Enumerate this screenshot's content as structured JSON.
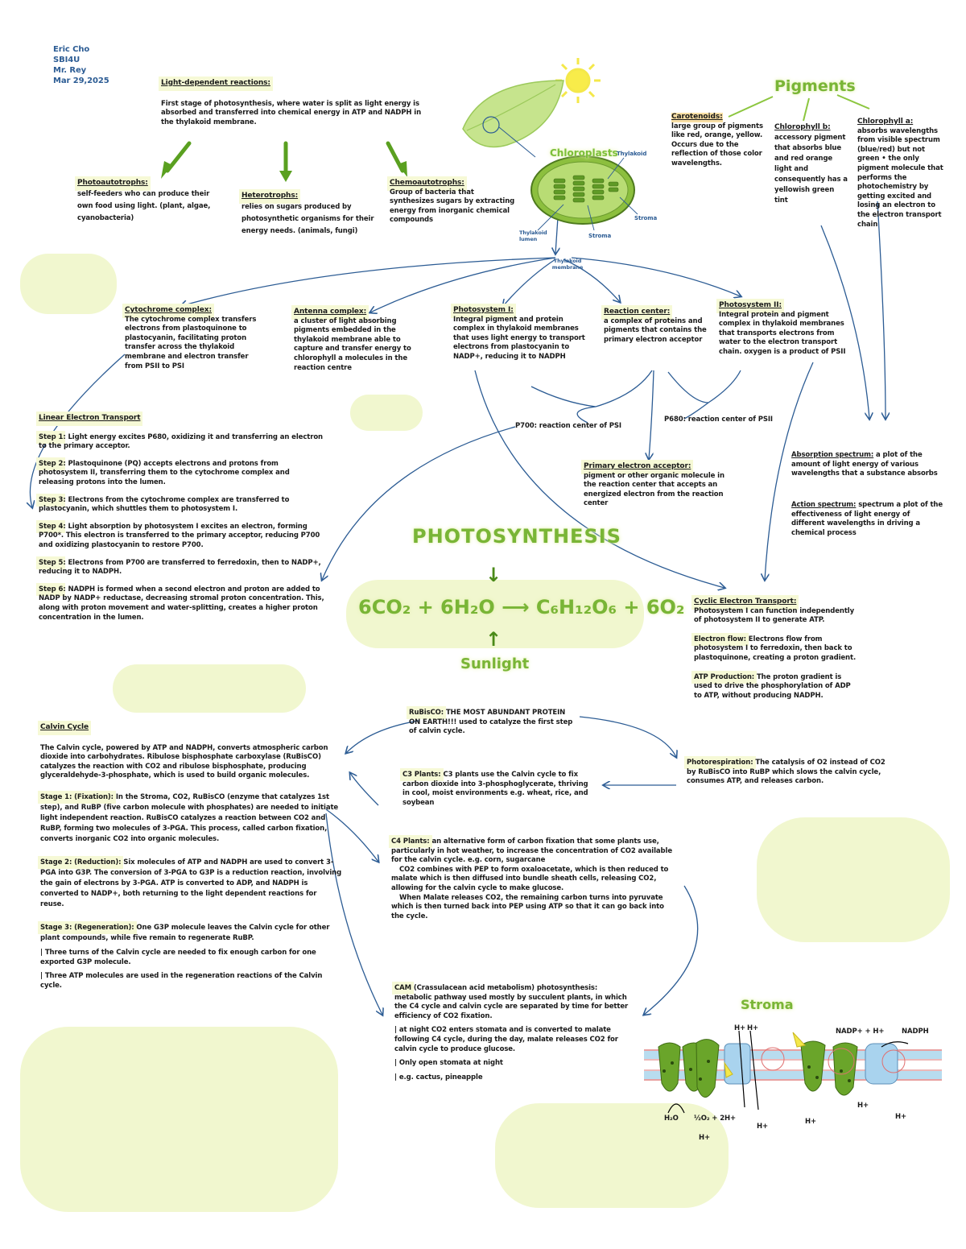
{
  "header": {
    "name": "Eric Cho",
    "class": "SBI4U",
    "teacher": "Mr. Rey",
    "date": "Mar 29,2025"
  },
  "light_dependent": {
    "title": "Light-dependent reactions:",
    "text": "First stage of photosynthesis, where water is split as light energy is absorbed and transferred into chemical energy in ATP and NADPH in the thylakoid membrane."
  },
  "photoautotrophs": {
    "title": "Photoautotrophs:",
    "text": "self-feeders who can produce their own food using light. (plant, algae, cyanobacteria)"
  },
  "heterotrophs": {
    "title": "Heterotrophs:",
    "text": "relies on sugars produced by photosynthetic organisms for their energy needs. (animals, fungi)"
  },
  "chemoautotrophs": {
    "title": "Chemoautotrophs:",
    "text": "Group of bacteria that synthesizes sugars by extracting energy from inorganic chemical compounds"
  },
  "chloroplast": {
    "title": "Chloroplasts",
    "labels": [
      "Thylakoid",
      "Stroma",
      "Stroma",
      "Thylakoid lumen",
      "Thylakoid membrane"
    ]
  },
  "pigments": {
    "title": "Pigments",
    "carotenoids": {
      "title": "Carotenoids:",
      "text": "large group of pigments like red, orange, yellow. Occurs due to the reflection of those color wavelengths."
    },
    "chl_b": {
      "title": "Chlorophyll b:",
      "text": "accessory pigment that absorbs blue and red orange light and consequently has a yellowish green tint"
    },
    "chl_a": {
      "title": "Chlorophyll a:",
      "text": "absorbs wavelengths from visible spectrum (blue/red) but not green • the only pigment molecule that performs the photochemistry by getting excited and losing an electron to the electron transport chain"
    }
  },
  "cytochrome": {
    "title": "Cytochrome complex:",
    "text": "The cytochrome complex transfers electrons from plastoquinone to plastocyanin, facilitating proton transfer across the thylakoid membrane and electron transfer from PSII to PSI"
  },
  "antenna": {
    "title": "Antenna complex:",
    "text": "a cluster of light absorbing pigments embedded in the thylakoid membrane able to capture and transfer energy to chlorophyll a molecules in the reaction centre"
  },
  "ps1": {
    "title": "Photosystem I:",
    "text": "Integral pigment and protein complex in thylakoid membranes that uses light energy to transport electrons from plastocyanin to NADP+, reducing it to NADPH"
  },
  "reaction_center": {
    "title": "Reaction center:",
    "text": "a complex of proteins and pigments that contains the primary electron acceptor"
  },
  "ps2": {
    "title": "Photosystem II:",
    "text": "Integral protein and pigment complex in thylakoid membranes that transports electrons from water to the electron transport chain. oxygen is a product of PSII"
  },
  "p700": "P700: reaction center of PSI",
  "p680": "P680: reaction center of PSII",
  "primary_acceptor": {
    "title": "Primary electron acceptor:",
    "text": "pigment or other organic molecule in the reaction center that accepts an energized electron from the reaction center"
  },
  "linear": {
    "title": "Linear Electron Transport",
    "steps": [
      {
        "label": "Step 1",
        "text": ": Light energy excites P680, oxidizing it and transferring an electron to the primary acceptor."
      },
      {
        "label": "Step 2",
        "text": ": Plastoquinone (PQ) accepts electrons and protons from photosystem II, transferring them to the cytochrome complex and releasing protons into the lumen."
      },
      {
        "label": "Step 3",
        "text": ": Electrons from the cytochrome complex are transferred to plastocyanin, which shuttles them to photosystem I."
      },
      {
        "label": "Step 4",
        "text": ": Light absorption by photosystem I excites an electron, forming P700*. This electron is transferred to the primary acceptor, reducing P700 and oxidizing plastocyanin to restore P700."
      },
      {
        "label": "Step 5",
        "text": ": Electrons from P700 are transferred to ferredoxin, then to NADP+, reducing it to NADPH."
      },
      {
        "label": "Step 6",
        "text": ": NADPH is formed when a second electron and proton are added to NADP by NADP+ reductase, decreasing stromal proton concentration. This, along with proton movement and water-splitting, creates a higher proton concentration in the lumen."
      }
    ]
  },
  "absorption": {
    "title": "Absorption spectrum:",
    "text": "a plot of the amount of light energy of various wavelengths that a substance absorbs"
  },
  "action": {
    "title": "Action spectrum:",
    "text": "spectrum a plot of the effectiveness of light energy of different wavelengths in driving a chemical process"
  },
  "photosynthesis": {
    "title": "PHOTOSYNTHESIS",
    "equation": "6CO₂ + 6H₂O ⟶ C₆H₁₂O₆ + 6O₂",
    "sunlight": "Sunlight"
  },
  "cyclic": {
    "title": "Cyclic Electron Transport:",
    "intro": "Photosystem I can function independently of photosystem II to generate ATP.",
    "flow_title": "Electron flow:",
    "flow": "Electrons flow from photosystem I to ferredoxin, then back to plastoquinone, creating a proton gradient.",
    "atp_title": "ATP Production:",
    "atp": "The proton gradient is used to drive the phosphorylation of ADP to ATP, without producing NADPH."
  },
  "calvin": {
    "title": "Calvin Cycle",
    "intro": "The Calvin cycle, powered by ATP and NADPH, converts atmospheric carbon dioxide into carbohydrates. Ribulose bisphosphate carboxylase (RuBisCO) catalyzes the reaction with CO2 and ribulose bisphosphate, producing glyceraldehyde-3-phosphate, which is used to build organic molecules.",
    "stage1_title": "Stage 1: (Fixation):",
    "stage1": "In the Stroma, CO2, RuBisCO (enzyme that catalyzes 1st step), and RuBP (five carbon molecule with phosphates) are needed to initiate light independent reaction. RuBisCO catalyzes a reaction between CO2 and RuBP, forming two molecules of 3-PGA. This process, called carbon fixation, converts inorganic CO2 into organic molecules.",
    "stage2_title": "Stage 2: (Reduction):",
    "stage2": "Six molecules of ATP and NADPH are used to convert 3-PGA into G3P. The conversion of 3-PGA to G3P is a reduction reaction, involving the gain of electrons by 3-PGA. ATP is converted to ADP, and NADPH is converted to NADP+, both returning to the light dependent reactions for reuse.",
    "stage3_title": "Stage 3: (Regeneration):",
    "stage3": "One G3P molecule leaves the Calvin cycle for other plant compounds, while five remain to regenerate RuBP.",
    "bullet1": "| Three turns of the Calvin cycle are needed to fix enough carbon for one exported G3P molecule.",
    "bullet2": "| Three ATP molecules are used in the regeneration reactions of the Calvin cycle."
  },
  "rubisco": {
    "title": "RuBisCO:",
    "text": "THE MOST ABUNDANT PROTEIN ON EARTH!!! used to catalyze the first step of calvin cycle."
  },
  "photoresp": {
    "title": "Photorespiration:",
    "text": "The catalysis of O2 instead of CO2 by RuBisCO into RuBP which slows the calvin cycle, consumes ATP, and releases carbon."
  },
  "c3": {
    "title": "C3 Plants:",
    "text": "C3 plants use the Calvin cycle to fix carbon dioxide into 3-phosphoglycerate, thriving in cool, moist environments e.g. wheat, rice, and soybean"
  },
  "c4": {
    "title": "C4 Plants:",
    "text": "an alternative form of carbon fixation that some plants use, particularly in hot weather, to increase the concentration of CO2 available for the calvin cycle. e.g. corn, sugarcane",
    "p2": "CO2 combines with PEP to form oxaloacetate, which is then reduced to malate which is then diffused into bundle sheath cells, releasing CO2, allowing for the calvin cycle to make glucose.",
    "p3": "When Malate releases CO2, the remaining carbon turns into pyruvate which is then turned back into PEP using ATP so that it can go back into the cycle."
  },
  "cam": {
    "title": "CAM",
    "text": "(Crassulacean acid metabolism) photosynthesis: metabolic pathway used mostly by succulent plants, in which the C4 cycle and calvin cycle are separated by time for better efficiency of CO2 fixation.",
    "b1": "| at night CO2 enters stomata and is converted to malate following C4 cycle, during the day, malate releases CO2 for calvin cycle to produce glucose.",
    "b2": "| Only open stomata at night",
    "b3": "| e.g. cactus, pineapple"
  },
  "stroma_diagram": {
    "title": "Stroma",
    "labels": [
      "H+",
      "H+",
      "NADP+ + H+",
      "NADPH",
      "H₂O",
      "½O₂ + 2H+",
      "H+",
      "H+",
      "H+",
      "H+",
      "H+"
    ]
  }
}
